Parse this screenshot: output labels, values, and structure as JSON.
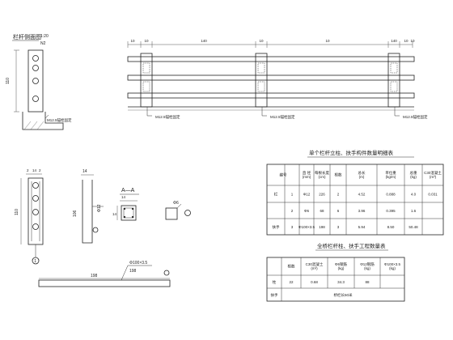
{
  "side_view": {
    "title": "栏杆侧面图",
    "scale": "1:20",
    "scale_sub": "N2",
    "height_dim": "110",
    "note": "M12.5锚栓固定"
  },
  "elevation": {
    "dims_top": [
      "10",
      "10",
      "140",
      "10",
      "10",
      "140",
      "10",
      "10"
    ],
    "notes": [
      "M12.5锚栓固定",
      "M12.5锚栓固定",
      "M12.5锚栓固定"
    ]
  },
  "post_detail": {
    "dims": [
      "2",
      "14",
      "2"
    ],
    "height": "110",
    "marker": "1"
  },
  "bar_detail": {
    "top_dim": "14",
    "length": "106",
    "label": "Φ12"
  },
  "section": {
    "title": "A—A",
    "dims": [
      "14",
      "14"
    ],
    "label": "Φ6"
  },
  "handrail": {
    "dim": "198",
    "label_top": "Φ100×3.5",
    "label_bottom": "198"
  },
  "table1": {
    "title": "单个栏杆立柱、扶手构件数量明细表",
    "headers": [
      "编号",
      "直 径\n(mm)",
      "每根长度\n(cm)",
      "根数",
      "总长\n(m)",
      "单位重\n(kg/m)",
      "总重\n(kg)",
      "C30混凝土\n(m³)"
    ],
    "rows": [
      [
        "栏",
        "1",
        "Φ12",
        "226",
        "2",
        "4.52",
        "0.888",
        "4.0",
        "0.031"
      ],
      [
        "",
        "2",
        "Φ6",
        "68",
        "6",
        "3.96",
        "0.395",
        "1.6",
        ""
      ],
      [
        "扶手",
        "3",
        "Φ100×3.5",
        "198",
        "3",
        "5.94",
        "8.50",
        "50.48",
        ""
      ]
    ]
  },
  "table2": {
    "title": "全桥栏杆柱、扶手工程数量表",
    "headers": [
      "根数",
      "C30混凝土\n(m³)",
      "Φ6钢筋\n(kg)",
      "Φ12钢筋\n(kg)",
      "Φ100×3.5\n(kg)"
    ],
    "rows": [
      [
        "柱",
        "22",
        "0.68",
        "34.3",
        "88"
      ],
      [
        "扶手",
        "桥栏长50米",
        "",
        "",
        ""
      ]
    ]
  }
}
